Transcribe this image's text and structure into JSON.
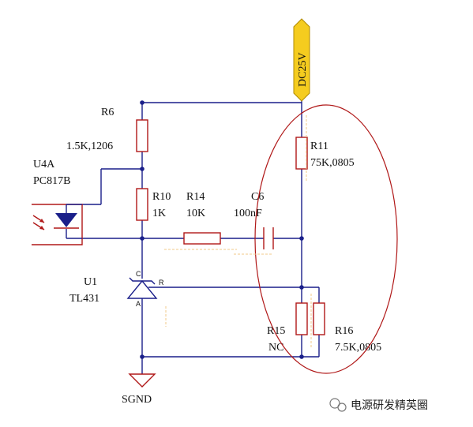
{
  "power": {
    "label": "DC25V"
  },
  "ground": {
    "label": "SGND"
  },
  "components": {
    "r6": {
      "ref": "R6",
      "value": "1.5K,1206"
    },
    "u4a": {
      "ref": "U4A",
      "value": "PC817B"
    },
    "r10": {
      "ref": "R10",
      "value": "1K"
    },
    "r14": {
      "ref": "R14",
      "value": "10K"
    },
    "c6": {
      "ref": "C6",
      "value": "100nF"
    },
    "r11": {
      "ref": "R11",
      "value": "75K,0805"
    },
    "u1": {
      "ref": "U1",
      "value": "TL431",
      "pin_c": "C",
      "pin_a": "A",
      "pin_r": "R"
    },
    "r15": {
      "ref": "R15",
      "value": "NC"
    },
    "r16": {
      "ref": "R16",
      "value": "7.5K,0805"
    }
  },
  "watermark": {
    "text": "电源研发精英圈"
  },
  "colors": {
    "wire": "#1a1f8a",
    "part": "#b01818",
    "power_fill": "#f5cc1f",
    "highlight": "#b01818"
  }
}
